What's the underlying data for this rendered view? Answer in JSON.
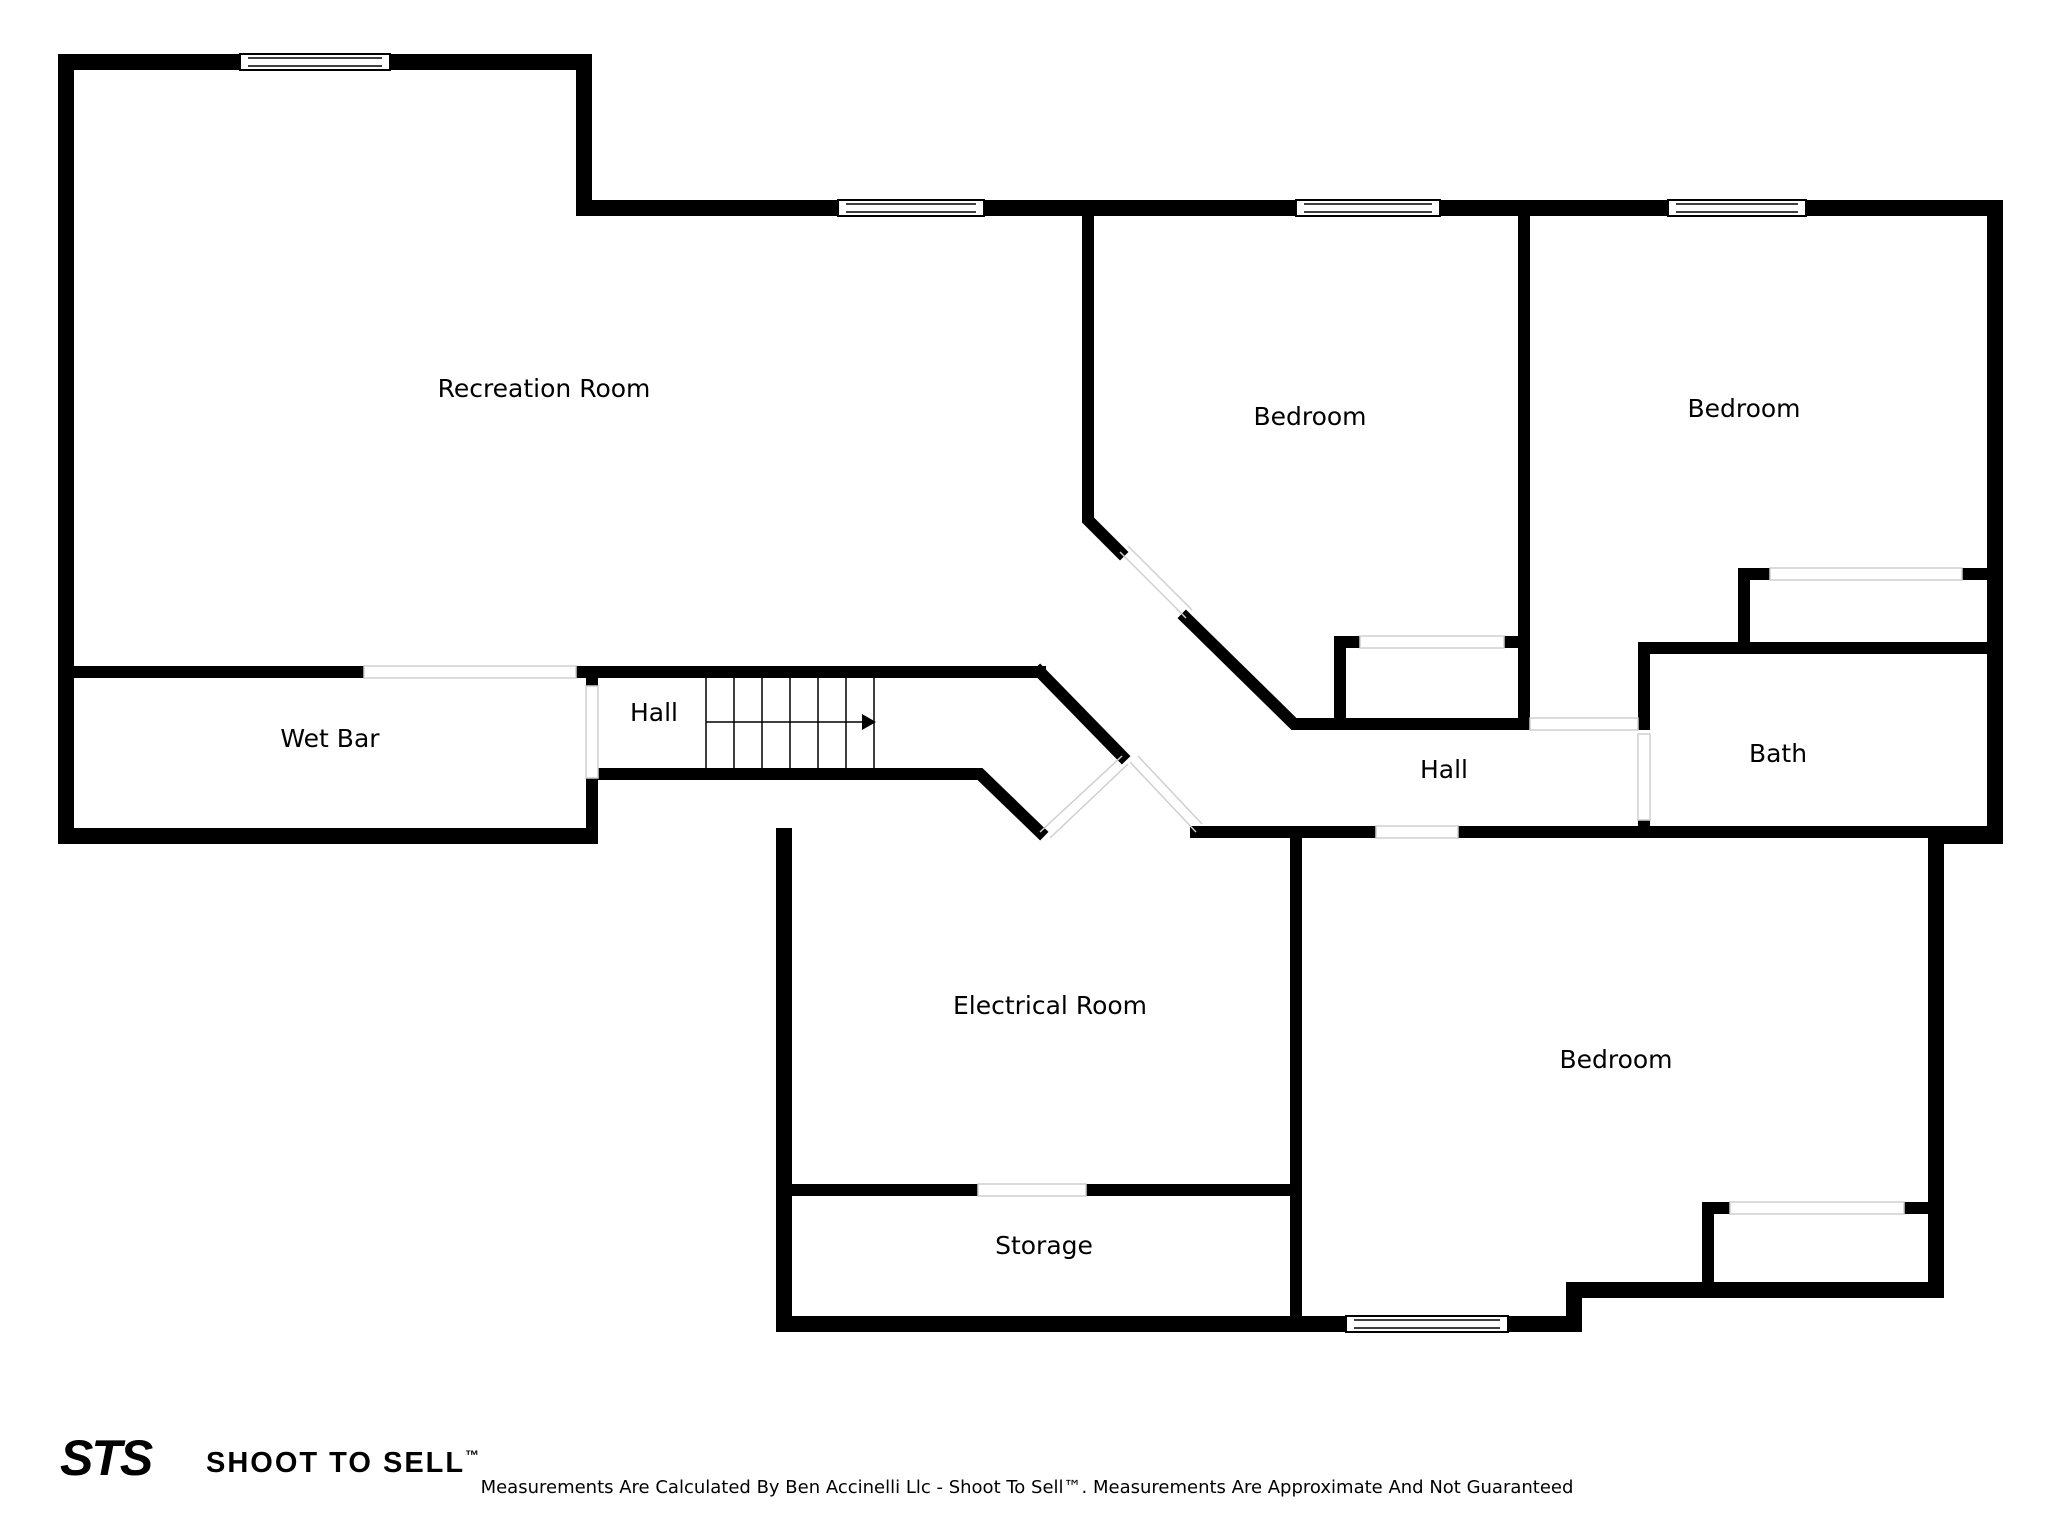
{
  "floor_plan": {
    "rooms": [
      {
        "key": "recreation",
        "label": "Recreation Room"
      },
      {
        "key": "bedroom_center",
        "label": "Bedroom"
      },
      {
        "key": "bedroom_right",
        "label": "Bedroom"
      },
      {
        "key": "wet_bar",
        "label": "Wet Bar"
      },
      {
        "key": "hall_left",
        "label": "Hall"
      },
      {
        "key": "hall_center",
        "label": "Hall"
      },
      {
        "key": "bath",
        "label": "Bath"
      },
      {
        "key": "electrical",
        "label": "Electrical Room"
      },
      {
        "key": "bedroom_bottom",
        "label": "Bedroom"
      },
      {
        "key": "storage",
        "label": "Storage"
      }
    ]
  },
  "footer": {
    "brand_mark": "STS",
    "brand_name": "SHOOT TO SELL",
    "brand_trademark": "™",
    "disclaimer": "Measurements Are Calculated By Ben Accinelli Llc - Shoot To Sell™. Measurements Are Approximate And Not Guaranteed"
  },
  "colors": {
    "wall": "#000000",
    "background": "#ffffff",
    "door_gap": "#cfcfcf"
  }
}
